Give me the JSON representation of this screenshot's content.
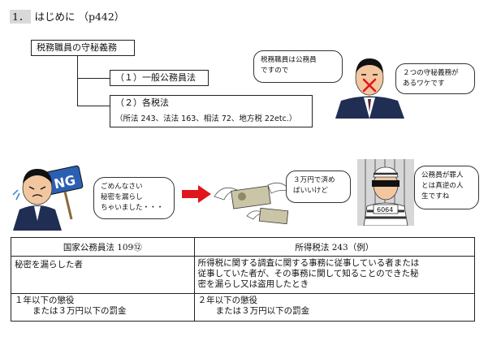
{
  "section": {
    "number": "1．",
    "title": "はじめに",
    "page": "（p442）"
  },
  "diagram": {
    "root": "税務職員の守秘義務",
    "item1": "（１）一般公務員法",
    "item2": "（２）各税法",
    "item2_detail": "（所法 243、法法 163、相法 72、地方税 22etc.）"
  },
  "bubbles": {
    "official_left": [
      "税務職員は公務員",
      "ですので"
    ],
    "official_right": [
      "２つの守秘義務が",
      "あるワケです"
    ],
    "apology": [
      "ごめんなさい",
      "秘密を漏らし",
      "ちゃいました・・・"
    ],
    "money": [
      "３万円で済め",
      "ばいいけど"
    ],
    "prisoner": [
      "公務員が罪人",
      "とは真逆の人",
      "生ですね"
    ]
  },
  "illustration": {
    "ng_sign": "NG",
    "prisoner_number": "6064"
  },
  "table": {
    "headers": [
      "国家公務員法 109⑫",
      "所得税法 243（例）"
    ],
    "rows": [
      {
        "left": [
          "秘密を漏らした者"
        ],
        "right": [
          "所得税に関する調査に関する事務に従事している者または",
          "従事していた者が、その事務に関して知ることのできた秘",
          "密を漏らし又は盗用したとき"
        ]
      },
      {
        "left": [
          "１年以下の懲役",
          "または３万円以下の罰金"
        ],
        "right": [
          "２年以下の懲役",
          "または３万円以下の罰金"
        ]
      }
    ]
  },
  "colors": {
    "arrow": "#e0161c",
    "suit": "#1f2e52",
    "ng_sign": "#2b5fb3",
    "cross": "#e0161c"
  }
}
